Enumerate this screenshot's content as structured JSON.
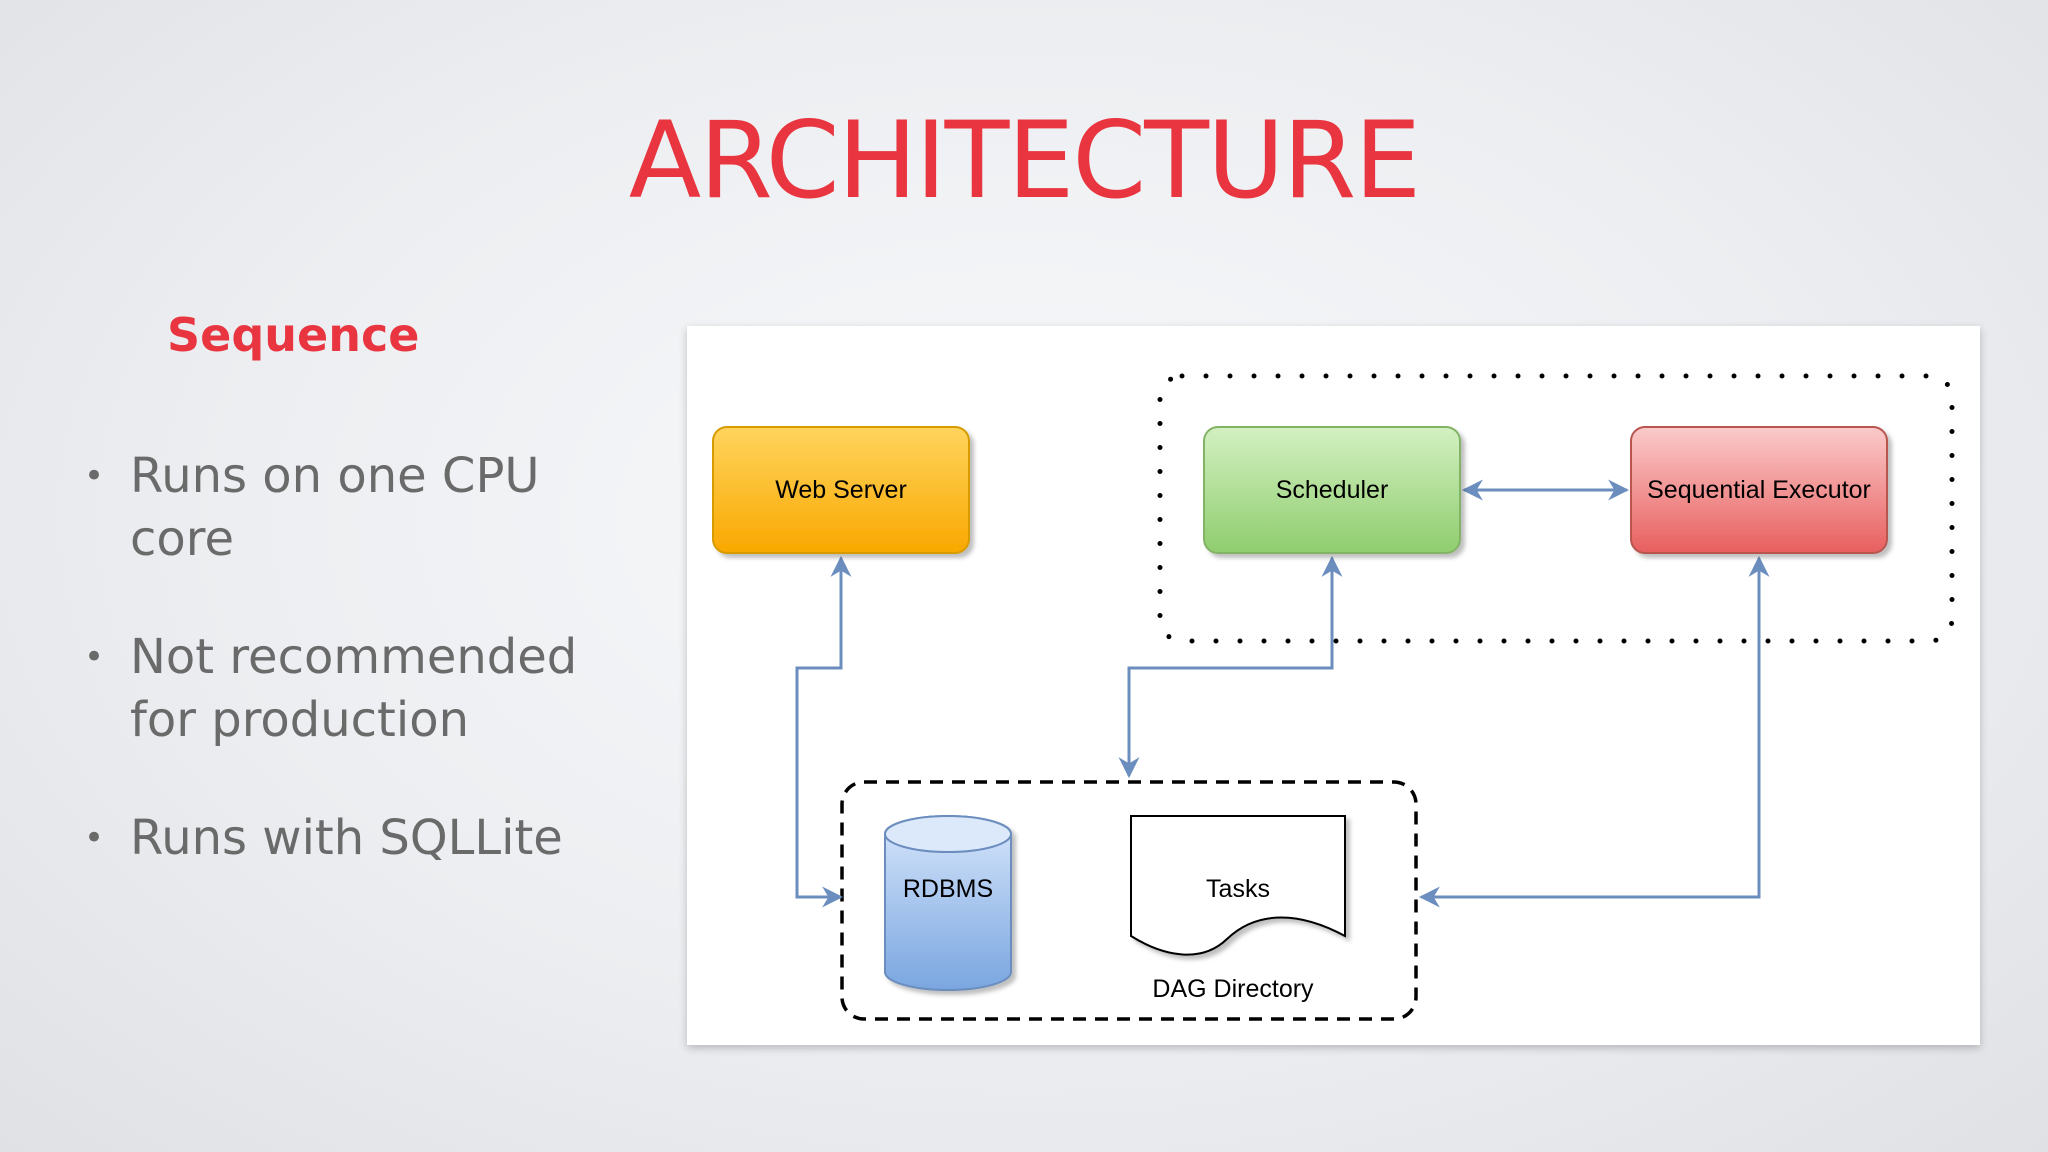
{
  "slide": {
    "title": "ARCHITECTURE",
    "subtitle": "Sequence",
    "bullets": [
      "Runs on one CPU core",
      "Not recommended for production",
      "Runs with SQLLite"
    ]
  },
  "diagram": {
    "nodes": {
      "web_server": "Web Server",
      "scheduler": "Scheduler",
      "executor": "Sequential Executor",
      "rdbms": "RDBMS",
      "tasks": "Tasks",
      "dag_directory": "DAG Directory"
    },
    "colors": {
      "web_server": "#fbb100",
      "scheduler": "#9cd67f",
      "executor": "#ee6e6e",
      "rdbms": "#89b1e6",
      "connector": "#6c8ebf",
      "title": "#e8353f"
    }
  }
}
